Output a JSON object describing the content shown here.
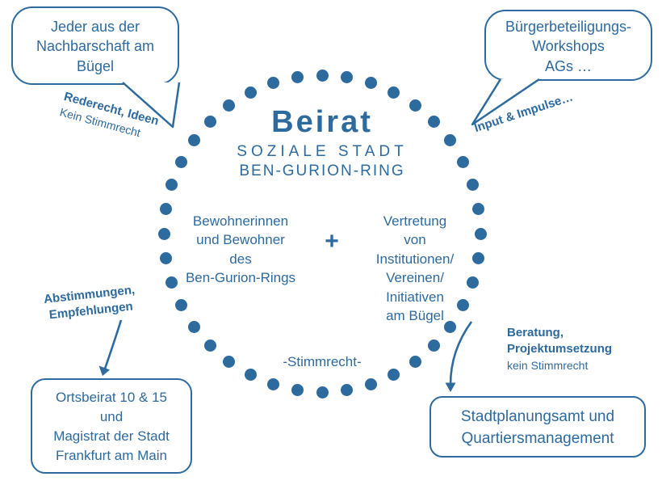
{
  "colors": {
    "accent": "#2d6a9e"
  },
  "ring": {
    "dot_count": 40
  },
  "center": {
    "title": "Beirat",
    "subtitle1": "SOZIALE STADT",
    "subtitle2": "BEN-GURION-RING",
    "left_group": "Bewohnerinnen\nund Bewohner\ndes\nBen-Gurion-Rings",
    "plus": "+",
    "right_group": "Vertretung\nvon\nInstitutionen/\nVereinen/\nInitiativen\nam Bügel",
    "bottom_note": "-Stimmrecht-"
  },
  "bubbles": {
    "top_left": {
      "text": "Jeder aus der\nNachbarschaft am\nBügel"
    },
    "top_right": {
      "text": "Bürgerbeteiligungs-\nWorkshops\nAGs …"
    },
    "bottom_left": {
      "text": "Ortsbeirat 10 & 15\nund\nMagistrat der Stadt\nFrankfurt am Main"
    },
    "bottom_right": {
      "text": "Stadtplanungsamt und\nQuartiersmanagement"
    }
  },
  "labels": {
    "top_left_bold": "Rederecht, Ideen",
    "top_left_plain": "Kein Stimmrecht",
    "top_right_bold": "Input & Impulse…",
    "bottom_left_bold": "Abstimmungen,\nEmpfehlungen",
    "bottom_right_bold": "Beratung,\nProjektumsetzung",
    "bottom_right_plain": "kein Stimmrecht"
  }
}
